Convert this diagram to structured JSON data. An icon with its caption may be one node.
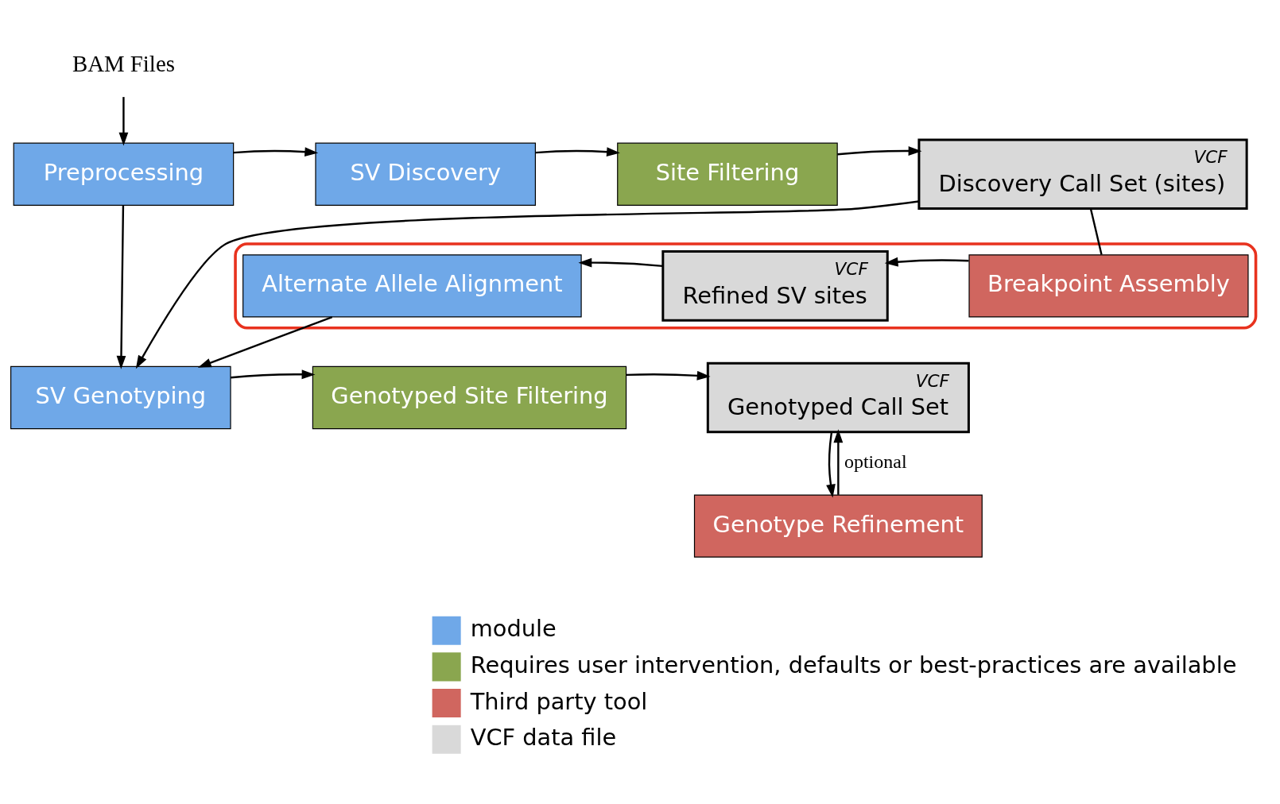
{
  "diagram": {
    "nodes": [
      {
        "text": [
          "Preprocessing"
        ]
      },
      {
        "text": [
          "SV Discovery"
        ]
      },
      {
        "text": [
          "Site Filtering"
        ]
      },
      {
        "text": [
          "VCF",
          "Discovery Call Set (sites)"
        ]
      },
      {
        "text": [
          "BAM Files"
        ]
      },
      {
        "text": [],
        "shape": "ellipse"
      },
      {
        "text": [
          "Breakpoint Assembly"
        ],
        "in": 5
      },
      {
        "text": [
          "VCF",
          "Refined SV sites"
        ],
        "in": 5
      },
      {
        "text": [
          "Alternate Allele Alignment"
        ],
        "in": 5
      },
      {
        "text": [
          "SV Genotyping"
        ]
      },
      {
        "text": [
          "Genotyped Site Filtering"
        ]
      },
      {
        "text": [
          "VCF",
          "Genotyped Call Set"
        ]
      },
      {
        "text": [
          "Genotype Refinement"
        ]
      }
    ],
    "edges": [
      {
        "from": 4,
        "to": 0,
        "arrow": "to"
      },
      {
        "from": 0,
        "to": 1,
        "arrow": "to"
      },
      {
        "from": 1,
        "to": 2,
        "arrow": "to"
      },
      {
        "from": 2,
        "to": 3,
        "arrow": "to"
      },
      {
        "from": 3,
        "to": 6,
        "arrow": "none"
      },
      {
        "from": 3,
        "to": 9,
        "arrow": "to"
      },
      {
        "from": 6,
        "to": 7,
        "arrow": "to"
      },
      {
        "from": 7,
        "to": 8,
        "arrow": "to"
      },
      {
        "from": 8,
        "to": 9,
        "arrow": "to"
      },
      {
        "from": 0,
        "to": 9,
        "arrow": "to"
      },
      {
        "from": 9,
        "to": 10,
        "arrow": "to"
      },
      {
        "from": 10,
        "to": 11,
        "arrow": "to"
      },
      {
        "from": 11,
        "to": 12,
        "arrow": "to"
      },
      {
        "from": 12,
        "to": 11,
        "arrow": "to",
        "label": "optional"
      }
    ],
    "legend": [
      {
        "text": "module",
        "color": "#6fa8e8"
      },
      {
        "text": "Requires user intervention, defaults or best-practices are available",
        "color": "#8aa64f"
      },
      {
        "text": "Third party tool",
        "color": "#d0665f"
      },
      {
        "text": "VCF data file",
        "color": "#d9d9d9"
      }
    ]
  }
}
